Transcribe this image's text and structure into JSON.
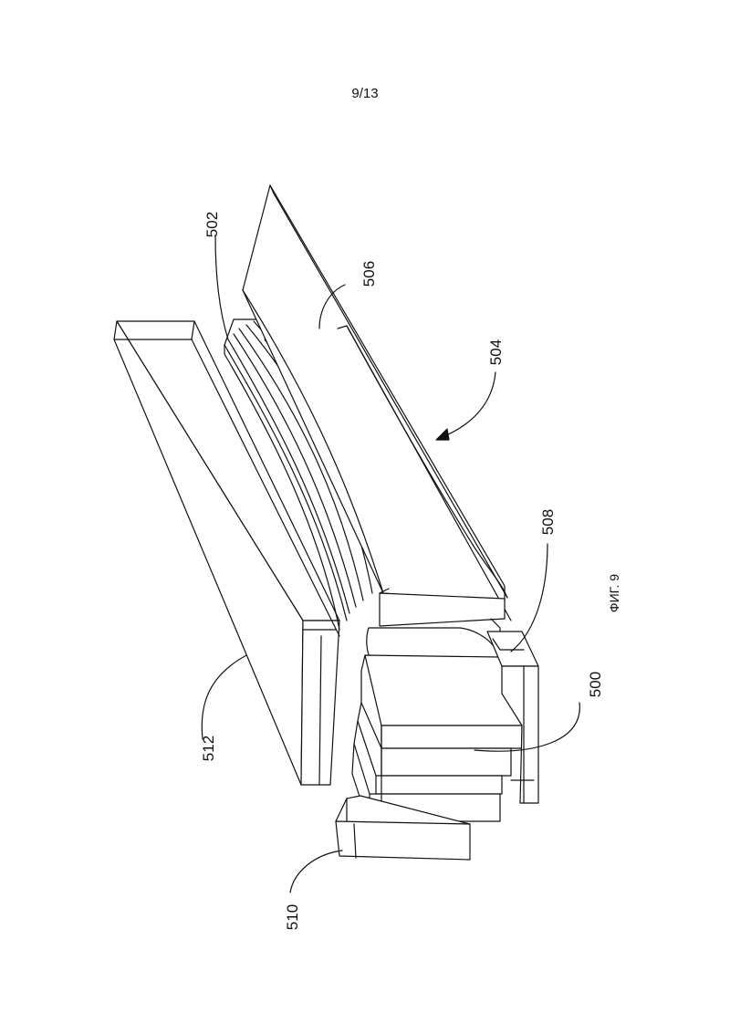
{
  "page": {
    "number": "9/13"
  },
  "figure": {
    "caption": "ФИГ. 9",
    "labels": {
      "l500": "500",
      "l502": "502",
      "l504": "504",
      "l506": "506",
      "l508": "508",
      "l510": "510",
      "l512": "512"
    }
  }
}
